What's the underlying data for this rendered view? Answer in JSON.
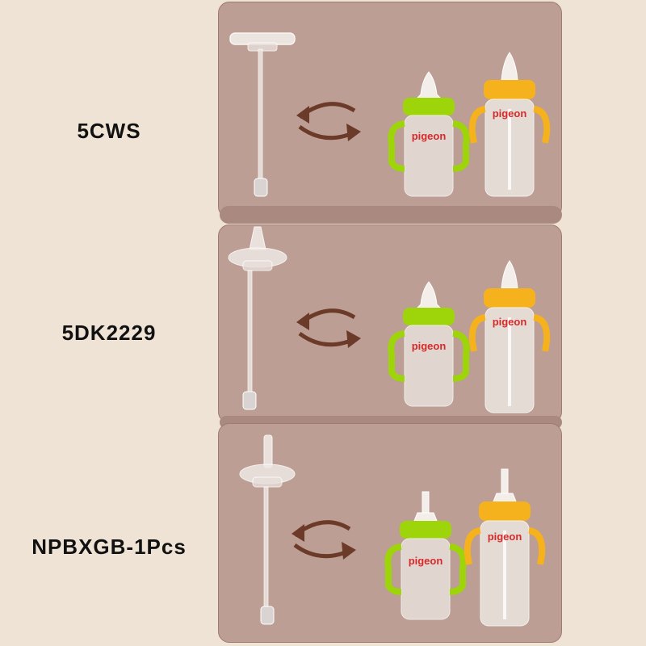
{
  "rows": [
    {
      "label": "5CWS",
      "brand_green": "pigeon",
      "brand_yellow": "pigeon"
    },
    {
      "label": "5DK2229",
      "brand_green": "pigeon",
      "brand_yellow": "pigeon"
    },
    {
      "label": "NPBXGB-1Pcs",
      "brand_green": "pigeon",
      "brand_yellow": "pigeon"
    }
  ],
  "colors": {
    "background": "#efe3d5",
    "panel": "#bc9e94",
    "arrow": "#6b3a28",
    "green_bottle": "#9ed40a",
    "yellow_bottle": "#f5b21c",
    "brand_text": "#d62a2a"
  },
  "icons": [
    "straw-icon",
    "swap-arrows-icon",
    "green-bottle-icon",
    "yellow-bottle-icon"
  ]
}
